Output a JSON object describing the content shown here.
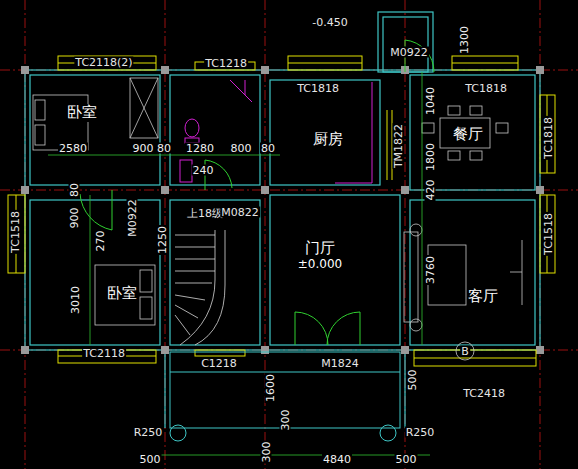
{
  "diagram": {
    "nodes": [
      {
        "text": [
          "卧室"
        ]
      },
      {
        "text": [
          "厨房"
        ]
      },
      {
        "text": [
          "餐厅"
        ]
      },
      {
        "text": [
          "门厅",
          "±0.000"
        ]
      },
      {
        "text": [
          "卧室"
        ]
      },
      {
        "text": [
          "客厅"
        ]
      }
    ],
    "labels": [
      "-0.450",
      "M0922",
      "1300",
      "TC2118(2)",
      "TC1218",
      "TC1818",
      "TC1818",
      "1040",
      "TC1818",
      "2580",
      "900",
      "80",
      "1280",
      "800",
      "80",
      "TM1822",
      "1800",
      "240",
      "80",
      "420",
      "900",
      "M0922",
      "上18级",
      "M0822",
      "TC1518",
      "270",
      "1250",
      "TC1518",
      "3760",
      "3010",
      "TC2118",
      "C1218",
      "M1824",
      "TC2418",
      "1600",
      "500",
      "300",
      "R250",
      "R250",
      "500",
      "300",
      "4840",
      "500",
      "B"
    ]
  }
}
